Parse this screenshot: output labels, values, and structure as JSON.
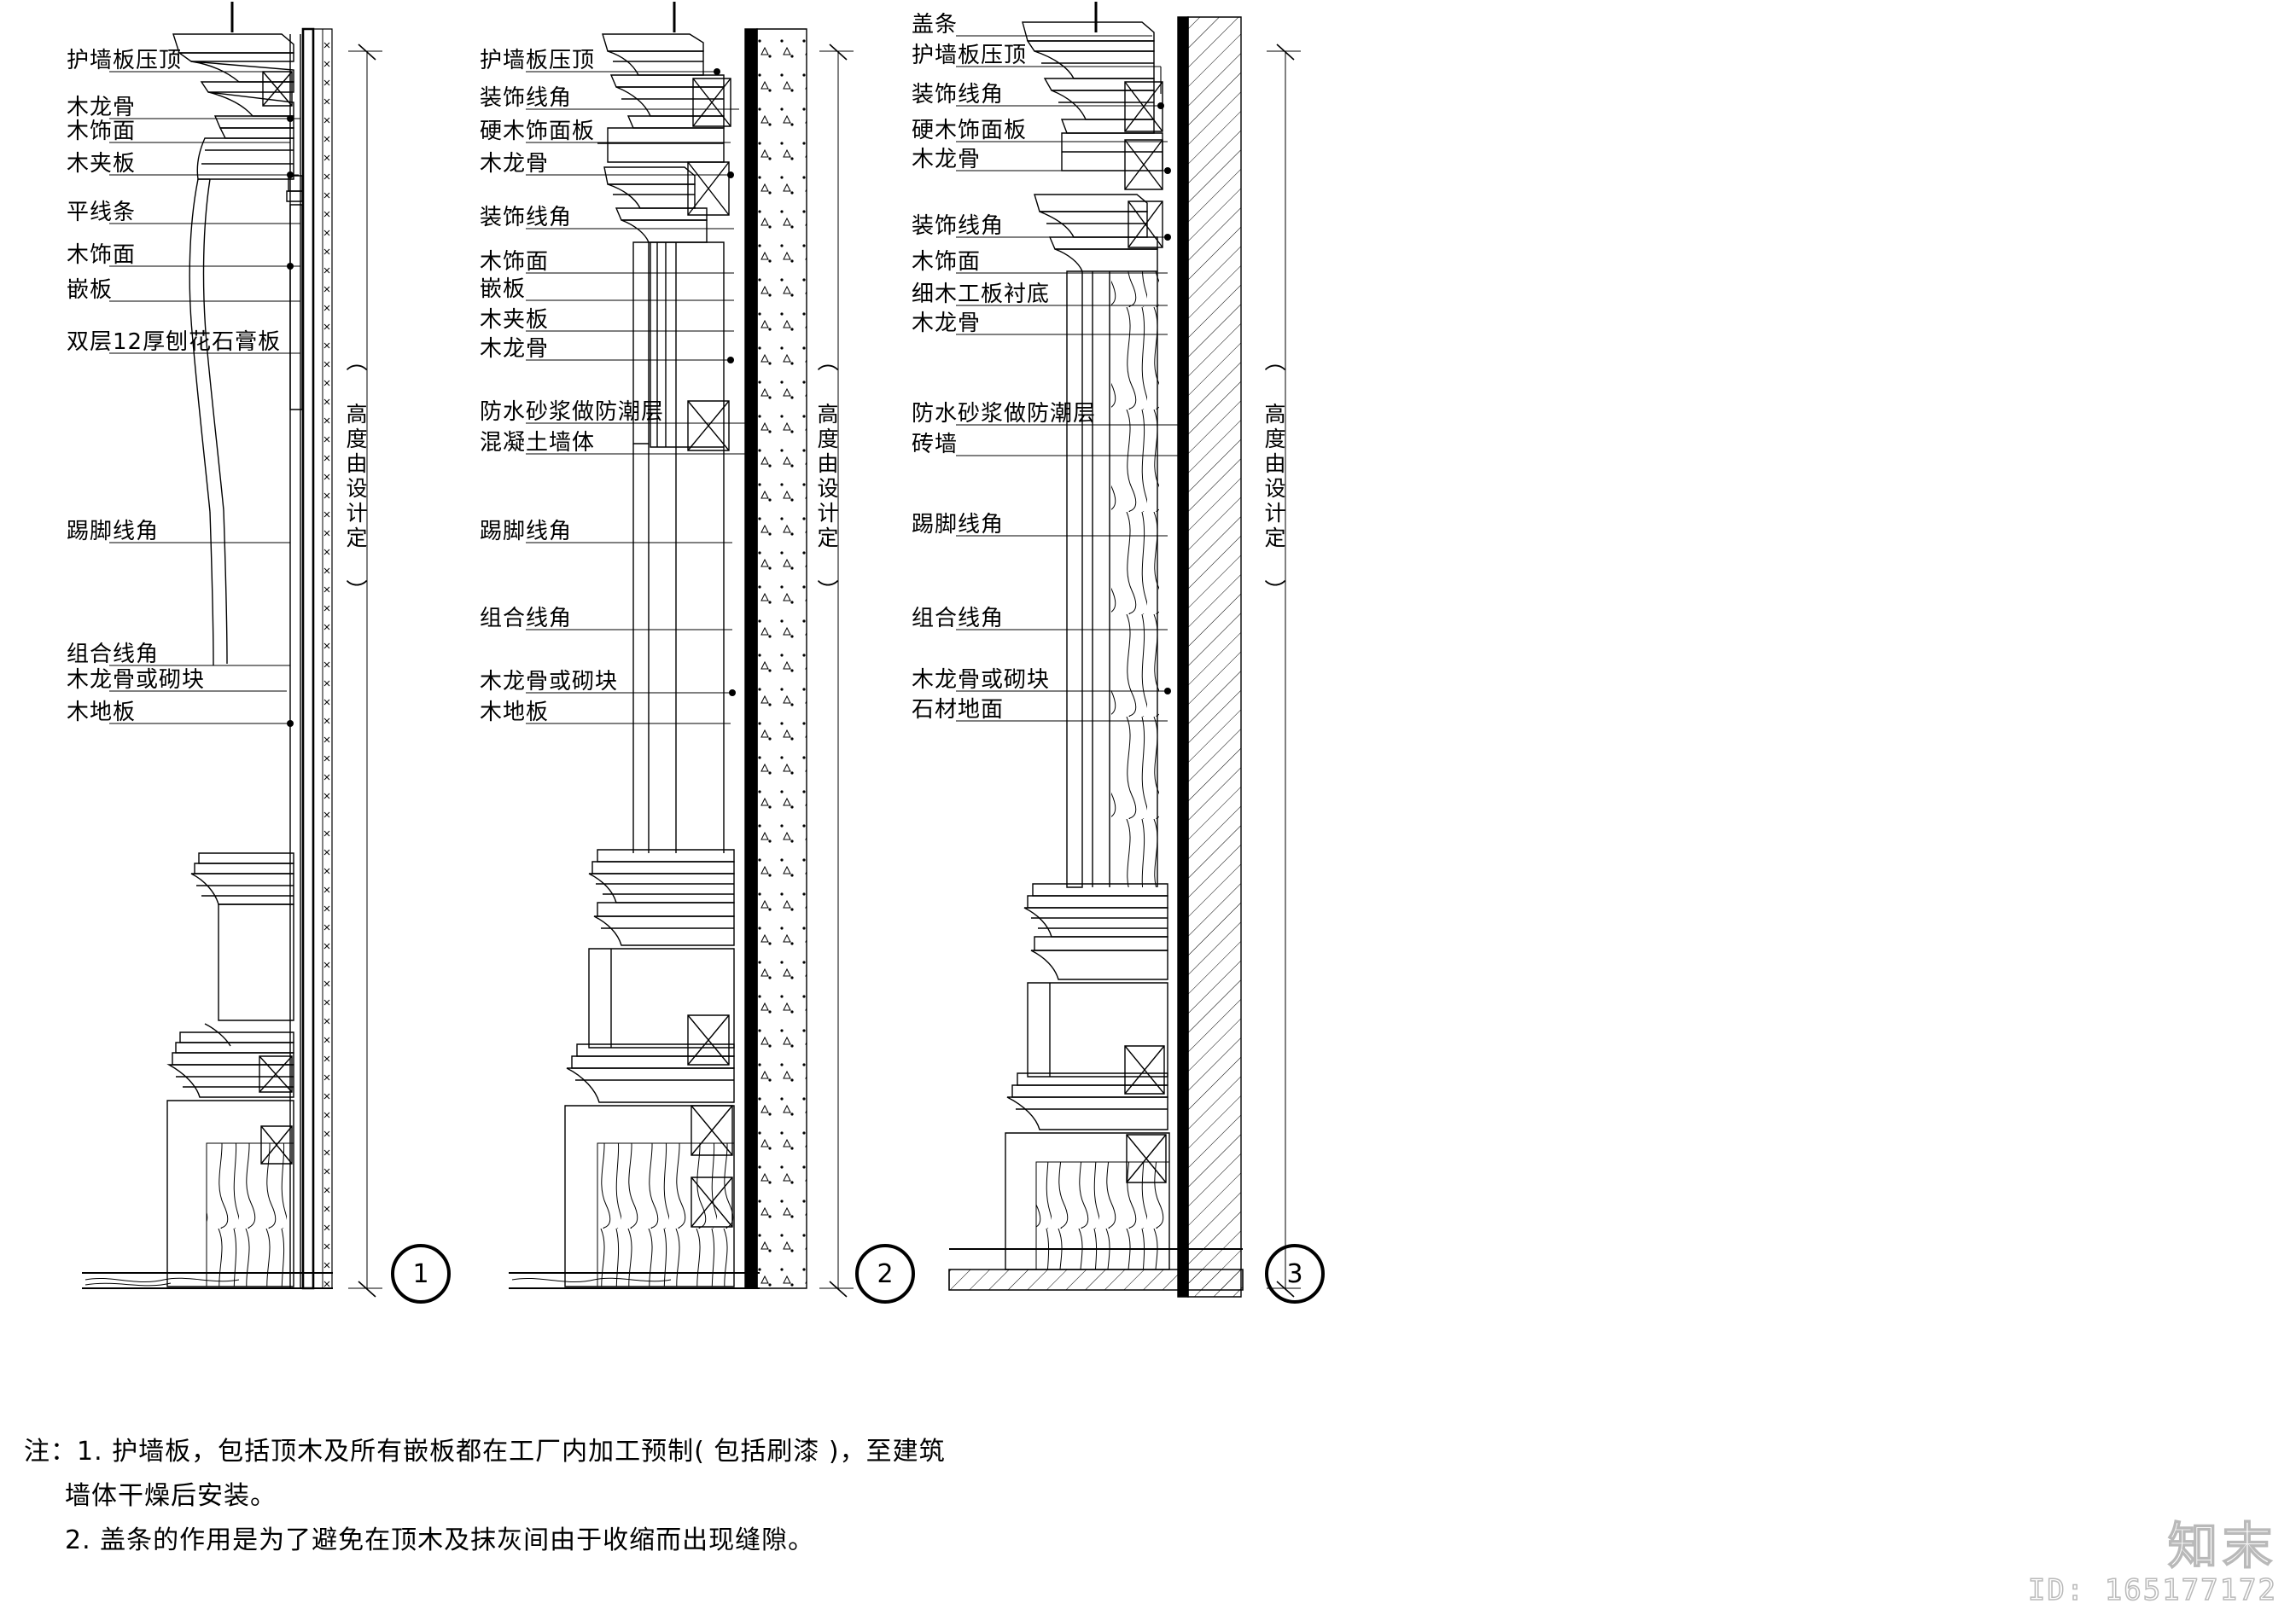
{
  "drawing": {
    "title_note_prefix": "注：",
    "watermark": {
      "mark": "知末",
      "id": "ID: 165177172"
    }
  },
  "details": [
    {
      "number": "1",
      "dimension_text": "（ 高度由设计定 ）",
      "labels": [
        "护墙板压顶",
        "木龙骨",
        "木饰面",
        "木夹板",
        "平线条",
        "木饰面",
        "嵌板",
        "双层12厚刨花石膏板",
        "踢脚线角",
        "组合线角",
        "木龙骨或砌块",
        "木地板"
      ]
    },
    {
      "number": "2",
      "dimension_text": "（ 高度由设计定 ）",
      "labels": [
        "护墙板压顶",
        "装饰线角",
        "硬木饰面板",
        "木龙骨",
        "装饰线角",
        "木饰面",
        "嵌板",
        "木夹板",
        "木龙骨",
        "防水砂浆做防潮层",
        "混凝土墙体",
        "踢脚线角",
        "组合线角",
        "木龙骨或砌块",
        "木地板"
      ]
    },
    {
      "number": "3",
      "dimension_text": "（ 高度由设计定 ）",
      "labels": [
        "盖条",
        "护墙板压顶",
        "装饰线角",
        "硬木饰面板",
        "木龙骨",
        "装饰线角",
        "木饰面",
        "细木工板衬底",
        "木龙骨",
        "防水砂浆做防潮层",
        "砖墙",
        "踢脚线角",
        "组合线角",
        "木龙骨或砌块",
        "石材地面"
      ]
    }
  ],
  "notes": [
    "注：1. 护墙板，包括顶木及所有嵌板都在工厂内加工预制( 包括刷漆 )，至建筑",
    "墙体干燥后安装。",
    "2. 盖条的作用是为了避免在顶木及抹灰间由于收缩而出现缝隙。"
  ]
}
